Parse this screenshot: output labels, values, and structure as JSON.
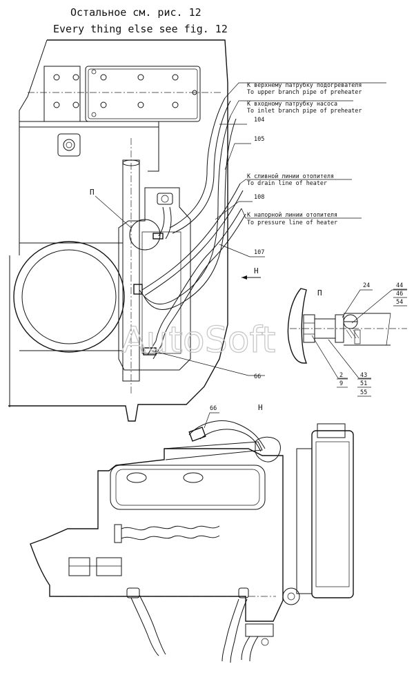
{
  "header": {
    "title_ru": "Остальное см. рис. 12",
    "title_en": "Every thing else see fig. 12"
  },
  "callouts": {
    "upper_preheater_ru": "К верхнему патрубку подогревателя",
    "upper_preheater_en": "To upper branch pipe of preheater",
    "pump_inlet_ru": "К входному патрубку насоса",
    "pump_inlet_en": "To inlet branch pipe of preheater",
    "drain_ru": "К сливной линии отопителя",
    "drain_en": "To drain line of heater",
    "pressure_ru": "К напорной линии отопителя",
    "pressure_en": "To pressure line of heater"
  },
  "part_numbers": {
    "p104": "104",
    "p105": "105",
    "p108": "108",
    "p107": "107",
    "p66_top": "66",
    "p66_bottom": "66",
    "p24": "24",
    "p44": "44",
    "p46": "46",
    "p54": "54",
    "p2": "2",
    "p9": "9",
    "p43": "43",
    "p51": "51",
    "p55": "55"
  },
  "view_marks": {
    "view_p_top": "П",
    "view_p_detail": "П",
    "view_n_arrow": "Н",
    "view_n_title": "Н"
  },
  "watermark": "AutoSoft"
}
